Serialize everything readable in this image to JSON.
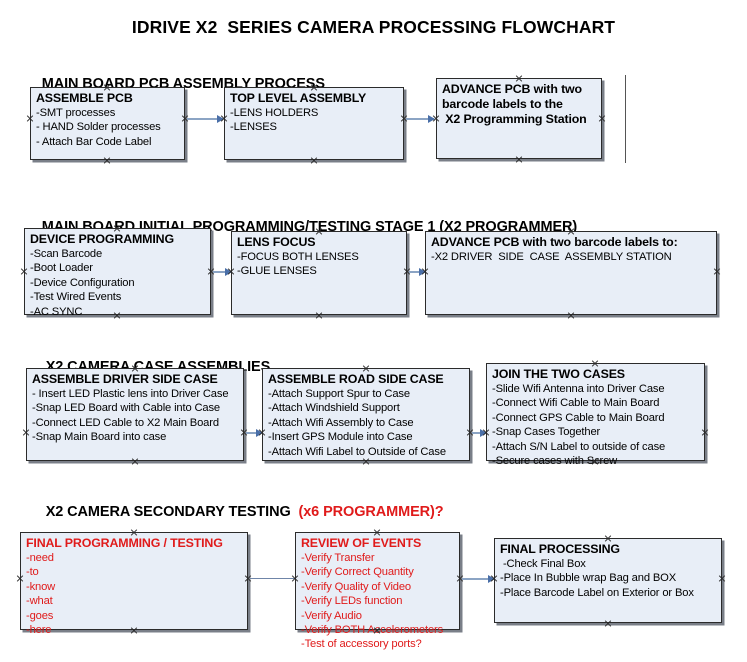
{
  "document": {
    "title": "IDRIVE X2  SERIES CAMERA PROCESSING FLOWCHART"
  },
  "colors": {
    "box_fill": "#e8eef7",
    "box_border": "#2b2b2b",
    "box_shadow": "#7a7f88",
    "arrow": "#8ba4c4",
    "arrow_head": "#4a6fa8",
    "accent_red": "#e01b1b",
    "text": "#000000"
  },
  "sections": [
    {
      "id": "main-board-pcb-assembly",
      "heading": "MAIN BOARD PCB ASSEMBLY PROCESS",
      "heading_red": "",
      "boxes": [
        {
          "id": "assemble-pcb",
          "header": "ASSEMBLE PCB",
          "items": [
            "-SMT processes",
            "- HAND Solder processes",
            "- Attach Bar Code Label"
          ]
        },
        {
          "id": "top-level-assembly",
          "header": "TOP LEVEL ASSEMBLY",
          "items": [
            "-LENS HOLDERS",
            "-LENSES"
          ]
        },
        {
          "id": "advance-pcb-x2-programming-station",
          "header": "ADVANCE PCB with two",
          "items": [
            "barcode labels to the",
            " X2 Programming Station"
          ],
          "all_bold": true
        }
      ]
    },
    {
      "id": "main-board-initial-programming",
      "heading": "MAIN BOARD INITIAL PROGRAMMING/TESTING STAGE 1 (X2 PROGRAMMER)",
      "heading_red": "",
      "boxes": [
        {
          "id": "device-programming",
          "header": "DEVICE PROGRAMMING",
          "items": [
            "-Scan Barcode",
            "-Boot Loader",
            "-Device Configuration",
            "-Test Wired Events",
            "-AC SYNC"
          ]
        },
        {
          "id": "lens-focus",
          "header": "LENS FOCUS",
          "items": [
            "-FOCUS BOTH LENSES",
            "-GLUE LENSES"
          ]
        },
        {
          "id": "advance-pcb-driver-side-case",
          "header": "ADVANCE PCB with two barcode labels to:",
          "items": [
            "-X2 DRIVER  SIDE  CASE  ASSEMBLY STATION"
          ]
        }
      ]
    },
    {
      "id": "x2-camera-case-assemblies",
      "heading": "X2 CAMERA CASE ASSEMBLIES",
      "heading_red": "",
      "boxes": [
        {
          "id": "assemble-driver-side-case",
          "header": "ASSEMBLE DRIVER SIDE CASE",
          "items": [
            "- Insert LED Plastic lens into Driver Case",
            "-Snap LED Board with Cable into Case",
            "-Connect LED Cable to X2 Main Board",
            "-Snap Main Board into case"
          ]
        },
        {
          "id": "assemble-road-side-case",
          "header": "ASSEMBLE ROAD SIDE CASE",
          "items": [
            "-Attach Support Spur to Case",
            "-Attach Windshield Support",
            "-Attach Wifi Assembly to Case",
            "-Insert GPS Module into Case",
            "-Attach Wifi Label to Outside of Case"
          ]
        },
        {
          "id": "join-the-two-cases",
          "header": "JOIN THE TWO CASES",
          "items": [
            "-Slide Wifi Antenna into Driver Case",
            "-Connect Wifi Cable to Main Board",
            "-Connect GPS Cable to Main Board",
            "-Snap Cases Together",
            "-Attach S/N Label to outside of case",
            "-Secure cases with Screw"
          ]
        }
      ]
    },
    {
      "id": "x2-camera-secondary-testing",
      "heading": "X2 CAMERA SECONDARY TESTING  ",
      "heading_red": "(x6 PROGRAMMER)?",
      "boxes": [
        {
          "id": "final-programming-testing",
          "header": "FINAL PROGRAMMING / TESTING",
          "red": true,
          "items": [
            "-need",
            "-to",
            "-know",
            "-what",
            "-goes",
            "-here"
          ]
        },
        {
          "id": "review-of-events",
          "header": "REVIEW OF EVENTS",
          "red": true,
          "items": [
            "-Verify Transfer",
            "-Verify Correct Quantity",
            "-Verify Quality of Video",
            "-Verify LEDs function",
            "-Verify Audio",
            "-Verify BOTH Accelerometers",
            "-Test of accessory ports?"
          ]
        },
        {
          "id": "final-processing",
          "header": "FINAL PROCESSING",
          "items": [
            " -Check Final Box",
            "-Place In Bubble wrap Bag and BOX",
            "-Place Barcode Label on Exterior or Box"
          ]
        }
      ]
    }
  ]
}
